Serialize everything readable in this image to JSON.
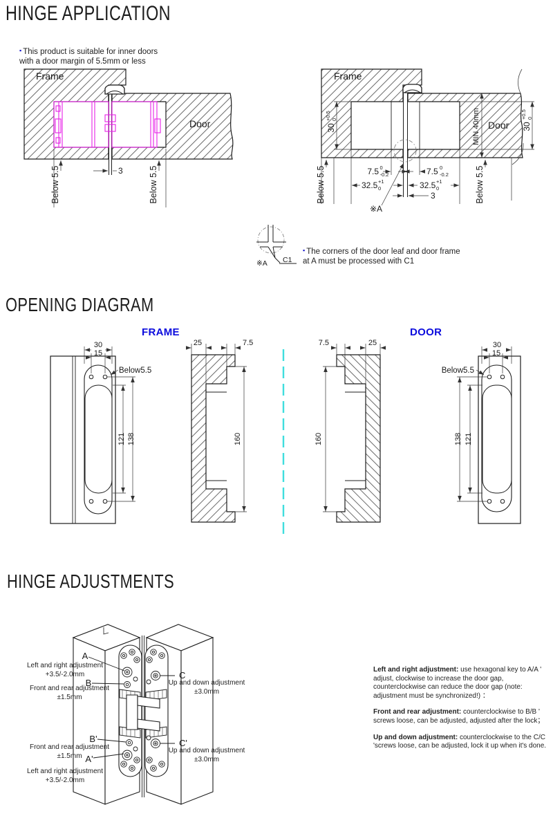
{
  "colors": {
    "accent_blue": "#0b0bdd",
    "hinge_magenta": "#e620e6",
    "centerline_cyan": "#3fdede",
    "ink": "#1a1a1a"
  },
  "hinge_application": {
    "title": "HINGE APPLICATION",
    "bullet": "▪",
    "note_line1": "This product is suitable for inner doors",
    "note_line2": "with a door margin of 5.5mm or less",
    "left": {
      "frame": "Frame",
      "door": "Door",
      "below_left": "Below 5.5",
      "below_right": "Below 5.5",
      "gap": "3"
    },
    "right": {
      "frame": "Frame",
      "door": "Door",
      "min_door": "MIN 40mm",
      "p30l": {
        "v": "30",
        "sup": "+0.5",
        "sub": "0"
      },
      "p30r": {
        "v": "30",
        "sup": "+0.5",
        "sub": "0"
      },
      "below_left": "Below 5.5",
      "below_right": "Below 5.5",
      "d75l": {
        "v": "7.5",
        "sup": "0",
        "sub": "-0.2"
      },
      "d75r": {
        "v": "7.5",
        "sup": "0",
        "sub": "-0.2"
      },
      "d325l": {
        "v": "32.5",
        "sup": "+1",
        "sub": "0"
      },
      "d325r": {
        "v": "32.5",
        "sup": "+1",
        "sub": "0"
      },
      "gap": "3",
      "ref": "※A"
    },
    "detail": {
      "ref": "※A",
      "chamfer": "C1",
      "note_line1": "The corners of the door leaf and door frame",
      "note_line2": "at A must be processed with C1"
    }
  },
  "opening_diagram": {
    "title": "OPENING DIAGRAM",
    "frame_heading": "FRAME",
    "door_heading": "DOOR",
    "frame_plate": {
      "w30": "30",
      "w15": "15",
      "below": "Below5.5",
      "h121": "121",
      "h138": "138"
    },
    "frame_section": {
      "d25": "25",
      "d75": "7.5",
      "h160": "160"
    },
    "door_section": {
      "d75": "7.5",
      "d25": "25",
      "h160": "160"
    },
    "door_plate": {
      "w30": "30",
      "w15": "15",
      "below": "Below5.5",
      "h138": "138",
      "h121": "121"
    }
  },
  "hinge_adjustments": {
    "title": "HINGE ADJUSTMENTS",
    "callout_a": "A",
    "callout_b": "B",
    "callout_c": "C",
    "callout_a2": "A'",
    "callout_b2": "B'",
    "callout_c2": "C'",
    "lr_label": "Left and right adjustment",
    "lr_value": "+3.5/-2.0mm",
    "fr_label": "Front and rear adjustment",
    "fr_value": "±1.5mm",
    "ud_label": "Up and down adjustment",
    "ud_value": "±3.0mm",
    "instructions": [
      {
        "label": "Left and right adjustment:",
        "text": "use hexagonal key to A/A ' adjust, clockwise to increase the door gap, counterclockwise can reduce the door gap (note: adjustment must be synchronized!) ："
      },
      {
        "label": "Front and rear adjustment:",
        "text": "counterclockwise to B/B ' screws loose, can be adjusted, adjusted after the lock；"
      },
      {
        "label": "Up and down adjustment:",
        "text": "counterclockwise to the C/C 'screws loose, can be adjusted, lock it up when it's done."
      }
    ]
  }
}
